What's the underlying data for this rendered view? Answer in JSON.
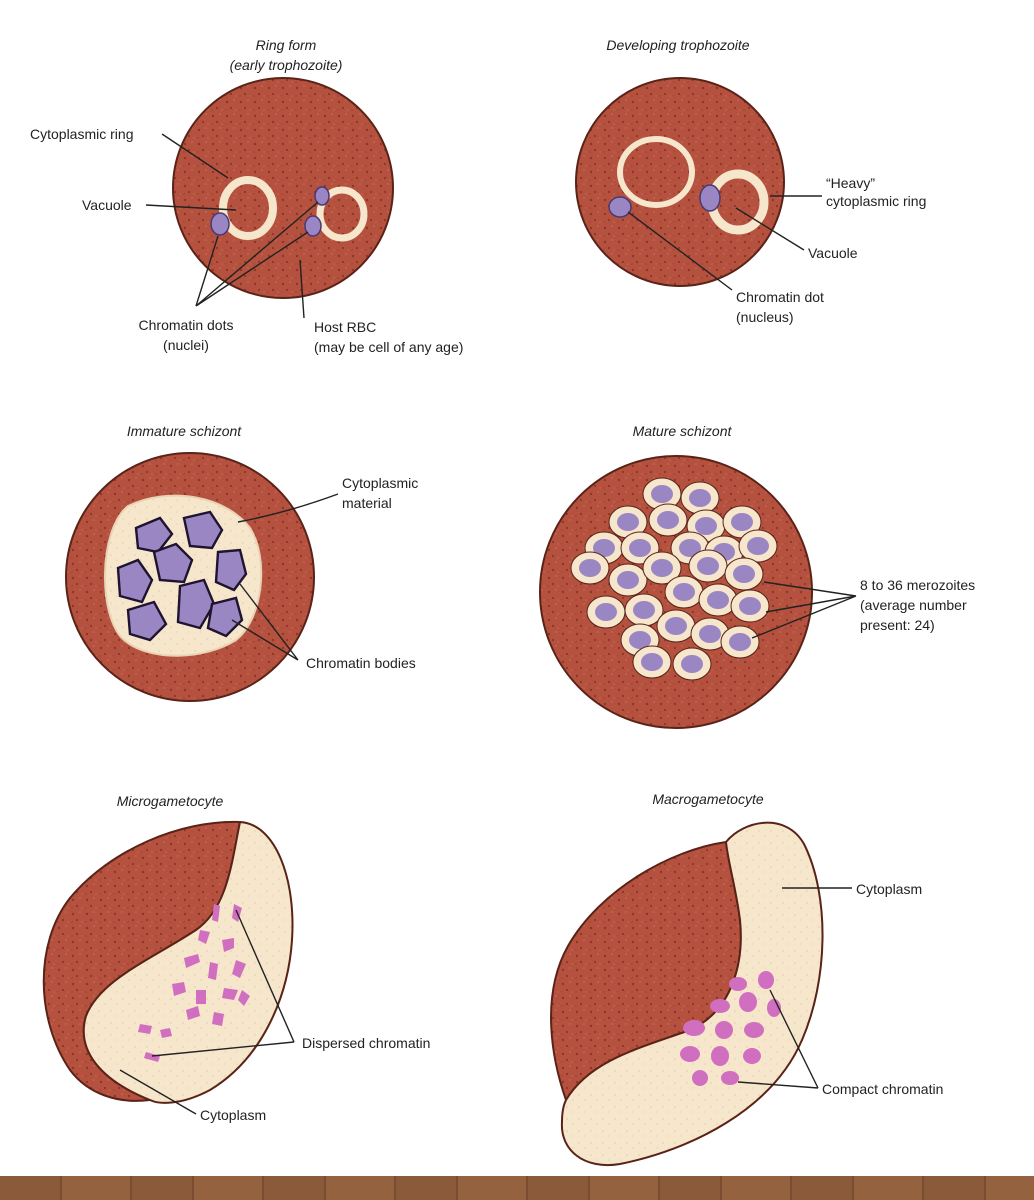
{
  "panels": {
    "ring_form": {
      "title_line1": "Ring form",
      "title_line2": "(early trophozoite)",
      "cytoplasmic_ring": "Cytoplasmic ring",
      "vacuole": "Vacuole",
      "chromatin_line1": "Chromatin dots",
      "chromatin_line2": "(nuclei)",
      "host_line1": "Host RBC",
      "host_line2": "(may be cell of any age)"
    },
    "developing_trophozoite": {
      "title": "Developing trophozoite",
      "heavy_line1": "“Heavy”",
      "heavy_line2": "cytoplasmic ring",
      "vacuole": "Vacuole",
      "chromatin_line1": "Chromatin dot",
      "chromatin_line2": "(nucleus)"
    },
    "immature_schizont": {
      "title": "Immature schizont",
      "cyto_line1": "Cytoplasmic",
      "cyto_line2": "material",
      "chromatin": "Chromatin bodies"
    },
    "mature_schizont": {
      "title": "Mature schizont",
      "mero_line1": "8 to 36 merozoites",
      "mero_line2": "(average number",
      "mero_line3": "present: 24)"
    },
    "microgametocyte": {
      "title": "Microgametocyte",
      "dispersed": "Dispersed chromatin",
      "cytoplasm": "Cytoplasm"
    },
    "macrogametocyte": {
      "title": "Macrogametocyte",
      "cytoplasm": "Cytoplasm",
      "compact": "Compact chromatin"
    }
  },
  "colors": {
    "rbc": "#b5513f",
    "rbc_edge": "#5a2318",
    "cytoplasm": "#f6e6cc",
    "chromatin": "#9b86c4",
    "chromatin_pink": "#d06fc0"
  }
}
